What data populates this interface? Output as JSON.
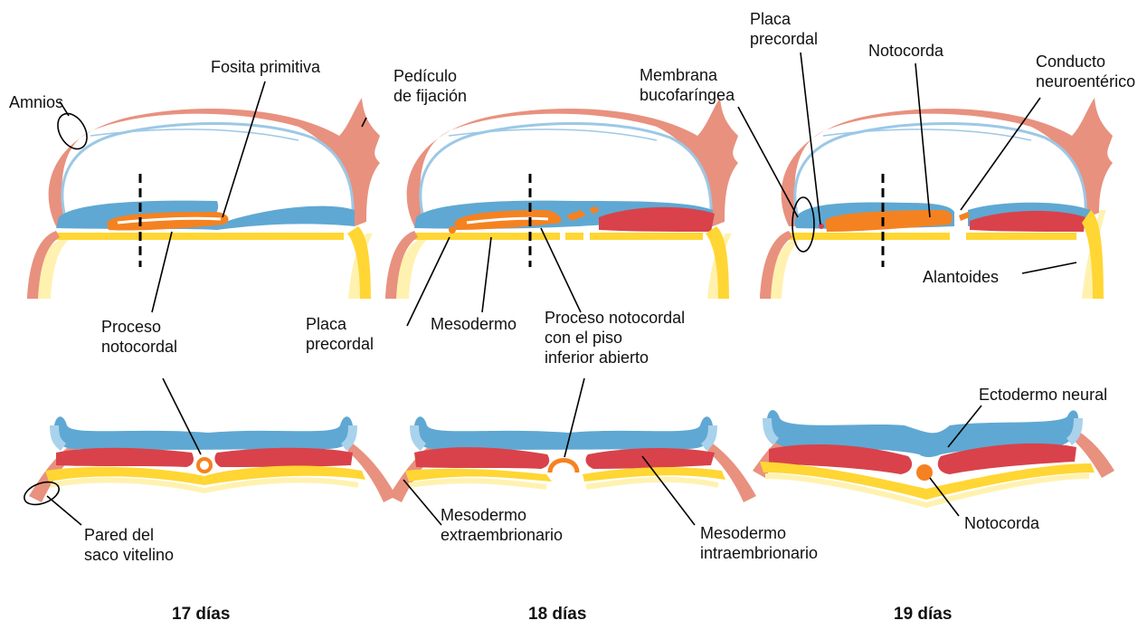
{
  "colors": {
    "amnion": "#e8917f",
    "amnion_inner": "#9cc8e6",
    "ectoderm": "#5fa8d3",
    "ectoderm_light": "#a9d2ec",
    "notochord": "#f58220",
    "mesoderm": "#d9424a",
    "endoderm": "#ffd633",
    "yolk_wall": "#fff2b0"
  },
  "labels": {
    "amnios": "Amnios",
    "fosita_primitiva": "Fosita primitiva",
    "pediculo": "Pedículo\nde fijación",
    "proceso_notocordal": "Proceso\nnotocordal",
    "placa_precordal_18": "Placa\nprecordal",
    "mesodermo": "Mesodermo",
    "proceso_piso": "Proceso notocordal\ncon el piso\ninferior abierto",
    "membrana": "Membrana\nbucofaríngea",
    "placa_precordal_19": "Placa\nprecordal",
    "notocorda_top": "Notocorda",
    "conducto": "Conducto\nneuroentérico",
    "alantoides": "Alantoides",
    "ectodermo_neural": "Ectodermo neural",
    "pared_saco": "Pared del\nsaco vitelino",
    "meso_extra": "Mesodermo\nextraembrionario",
    "meso_intra": "Mesodermo\nintraembrionario",
    "notocorda_bottom": "Notocorda"
  },
  "days": {
    "d17": "17 días",
    "d18": "18 días",
    "d19": "19 días"
  }
}
